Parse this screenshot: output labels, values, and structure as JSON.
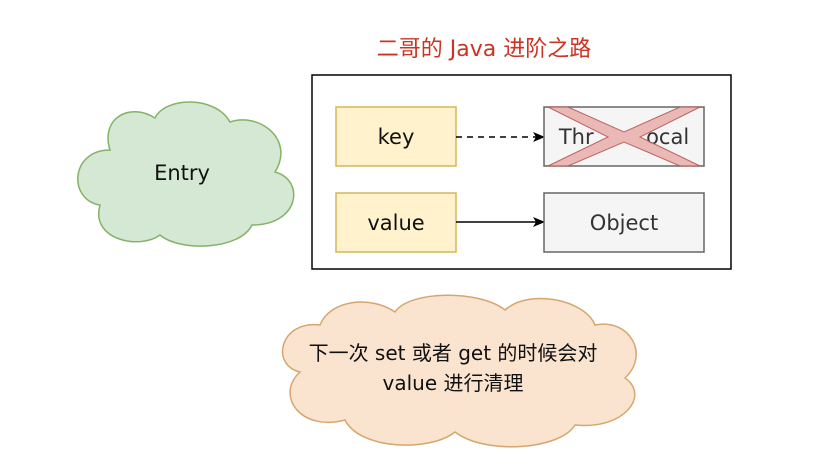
{
  "title": "二哥的 Java 进阶之路",
  "entry_cloud": {
    "label": "Entry"
  },
  "key_box": {
    "label": "key"
  },
  "value_box": {
    "label": "value"
  },
  "threadlocal_box": {
    "label": "ThreadLocal",
    "visible_label": "Thr     ocal"
  },
  "object_box": {
    "label": "Object"
  },
  "note_cloud": {
    "line1": "下一次 set 或者 get 的时候会对",
    "line2": "value 进行清理"
  },
  "colors": {
    "title": "#cc3322",
    "cloud_green_fill": "#d5e8d4",
    "cloud_green_stroke": "#82b366",
    "box_yellow_fill": "#fff2cc",
    "box_yellow_stroke": "#d6b656",
    "box_gray_fill": "#f5f5f5",
    "box_gray_stroke": "#666666",
    "cross": "#d88888",
    "cloud_orange_fill": "#fae4cf",
    "cloud_orange_stroke": "#d7a66e"
  }
}
